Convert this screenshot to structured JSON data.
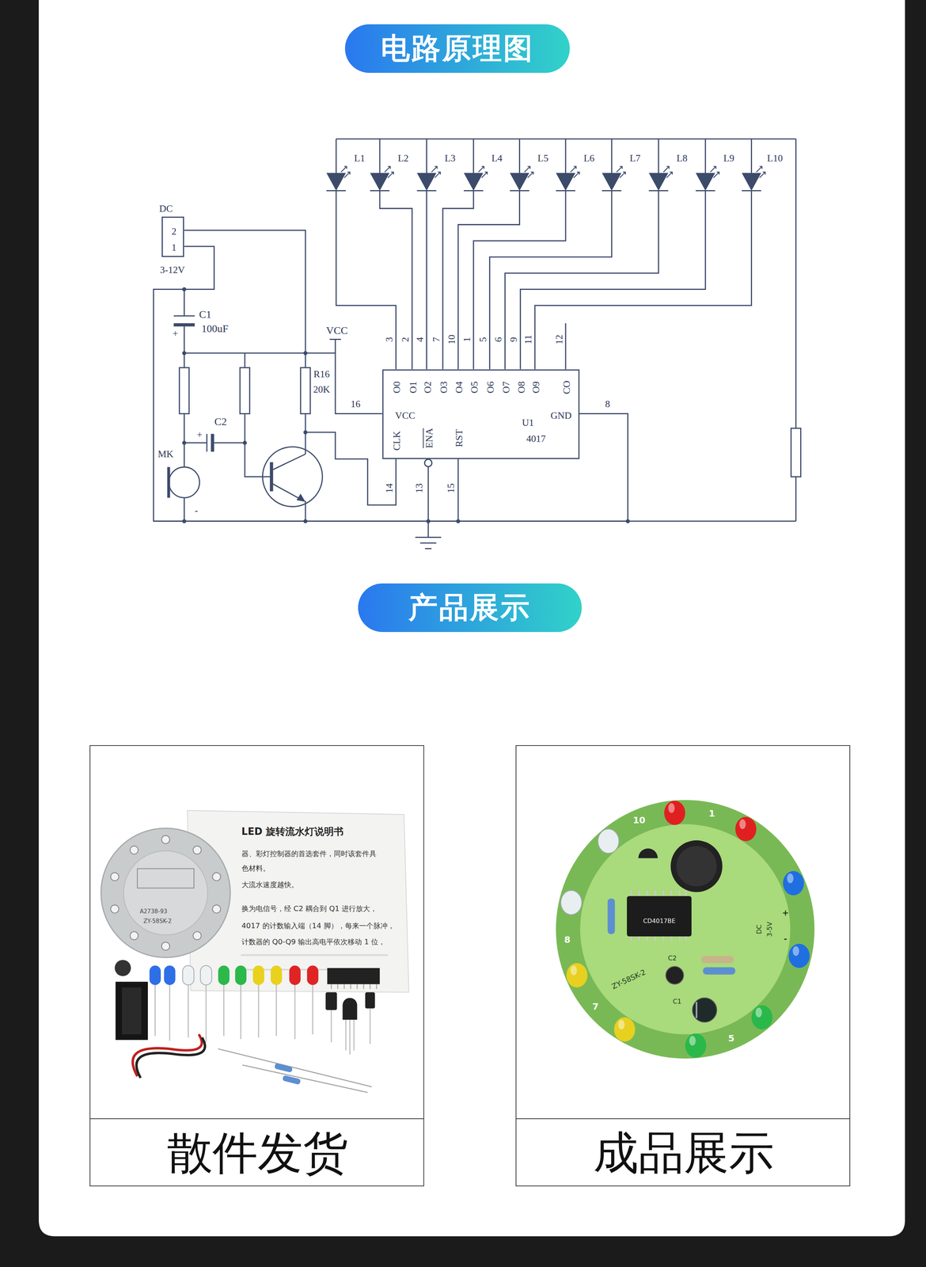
{
  "diagram": {
    "nodes": [
      {
        "text": [
          "电路原理图"
        ]
      },
      {
        "text": [
          "DC",
          "2",
          "1",
          "3-12V"
        ]
      },
      {
        "text": [
          "O0",
          "O1",
          "O2",
          "O3",
          "O4",
          "O5",
          "O6",
          "O7",
          "O8",
          "O9",
          "CO",
          "VCC",
          "CLK",
          "ENA",
          "RST",
          "U1",
          "4017",
          "GND"
        ]
      },
      {
        "text": [
          "产品展示"
        ]
      },
      {
        "text": [
          "散件发货"
        ]
      },
      {
        "text": [
          "LED 旋转流水灯说明书",
          "器、彩灯控制器的首选套件，同时该套件具",
          "色材料。",
          "大流水速度越快。",
          "换为电信号，经 C2 耦合到 Q1 进行放大，",
          "4017 的计数输入端（14 脚），每来一个脉冲，",
          "计数器的 Q0-Q9 输出高电平依次移动 1 位，"
        ],
        "in": 4
      },
      {
        "text": [
          "成品展示"
        ]
      },
      {
        "text": [
          "CD4017BE"
        ],
        "in": 6
      }
    ],
    "edges": [
      {
        "from": 1,
        "to": 2,
        "arrow": "none"
      },
      {
        "from": 1,
        "to": 2,
        "arrow": "none"
      }
    ],
    "labels": [
      "C1",
      "100uF",
      "+",
      "R16",
      "20K",
      "C2",
      "+",
      "MK",
      "-",
      "VCC",
      "L1",
      "L2",
      "L3",
      "L4",
      "L5",
      "L6",
      "L7",
      "L8",
      "L9",
      "L10",
      "3",
      "2",
      "4",
      "7",
      "10",
      "1",
      "5",
      "6",
      "9",
      "11",
      "12",
      "16",
      "8",
      "14",
      "13",
      "15",
      "A2738-93",
      "ZY-58SK-2",
      "10",
      "1",
      "8",
      "7",
      "5",
      "ZY-58SK-2",
      "C2",
      "C1",
      "DC",
      "3-5V",
      "+",
      "-"
    ]
  }
}
